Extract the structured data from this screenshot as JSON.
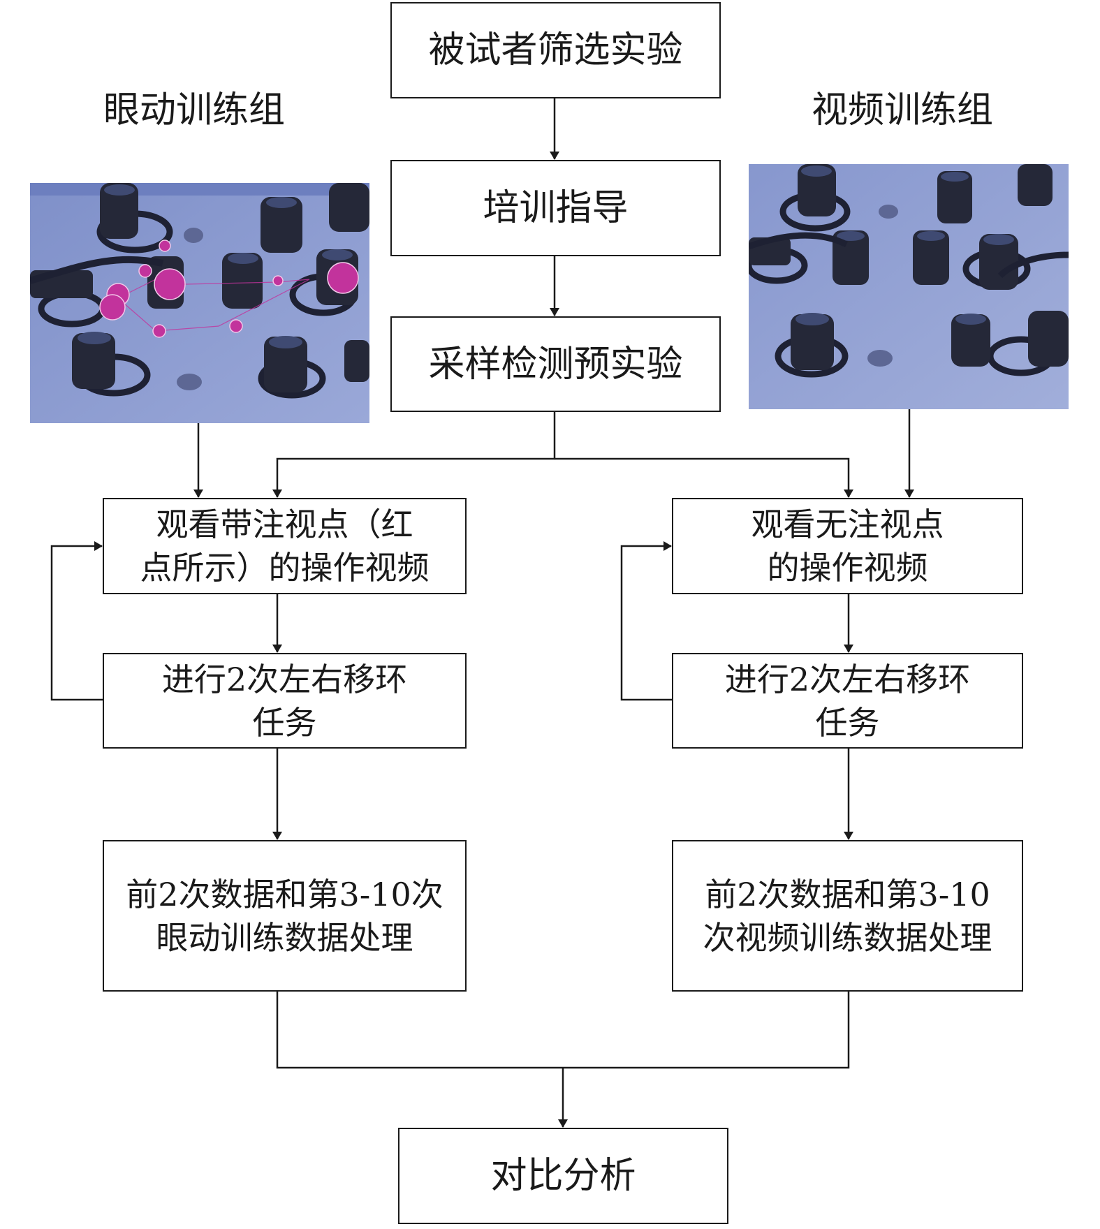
{
  "steps": {
    "screening": "被试者筛选实验",
    "training_guidance": "培训指导",
    "pre_experiment": "采样检测预实验",
    "comparison": "对比分析"
  },
  "groups": {
    "eye": {
      "label": "眼动训练组",
      "watch": [
        "观看带注视点（红",
        "点所示）的操作视频"
      ],
      "task": [
        "进行2次左右移环",
        "任务"
      ],
      "process": [
        "前2次数据和第3-10次",
        "眼动训练数据处理"
      ]
    },
    "video": {
      "label": "视频训练组",
      "watch": [
        "观看无注视点",
        "的操作视频"
      ],
      "task": [
        "进行2次左右移环",
        "任务"
      ],
      "process": [
        "前2次数据和第3-10",
        "次视频训练数据处理"
      ]
    }
  },
  "images": {
    "eye_photo": "gaze-overlay-workbench-photo",
    "video_photo": "plain-workbench-photo"
  },
  "colors": {
    "line": "#1a1a1a",
    "photo_bg": "#8a9ad0",
    "gaze": "#c2339c"
  }
}
